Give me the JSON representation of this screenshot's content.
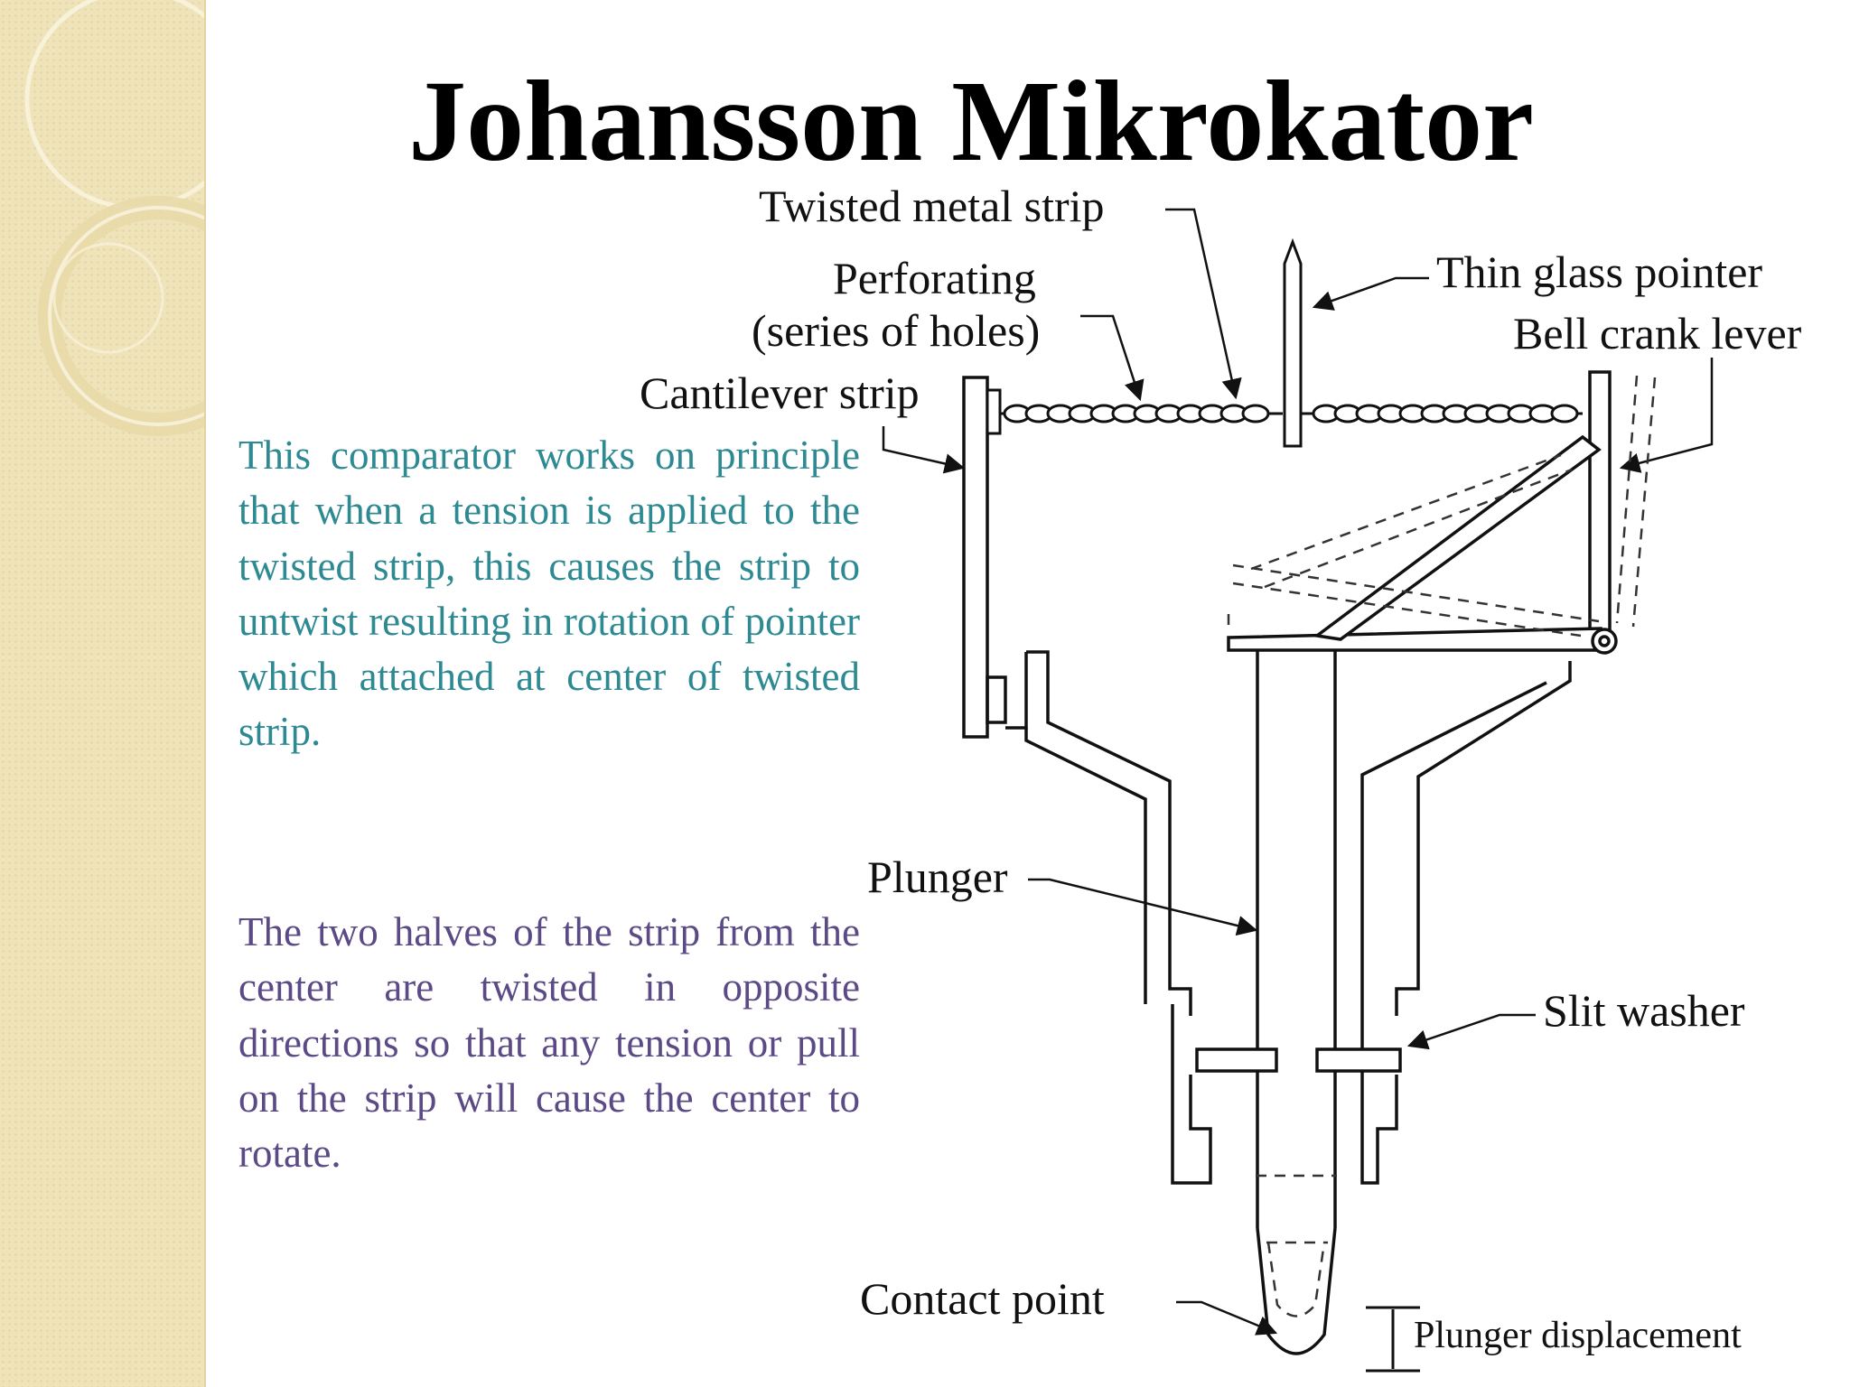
{
  "title": "Johansson Mikrokator",
  "paragraphs": [
    "This comparator works on principle that when a tension is applied to the twisted strip, this causes the strip to untwist resulting in rotation of pointer which attached at center of twisted strip.",
    "The two halves of the strip from the center are twisted in opposite directions so that any tension or pull on the strip will cause the center to rotate."
  ],
  "diagram": {
    "labels": {
      "twisted_metal_strip": "Twisted metal strip",
      "perforating_line1": "Perforating",
      "perforating_line2": "(series of holes)",
      "thin_glass_pointer": "Thin glass pointer",
      "bell_crank_lever": "Bell crank lever",
      "cantilever_strip": "Cantilever strip",
      "plunger": "Plunger",
      "slit_washer": "Slit washer",
      "contact_point": "Contact point",
      "plunger_displacement": "Plunger displacement"
    }
  },
  "colors": {
    "sidebar": "#efe3ba",
    "paragraph_1": "#2e8a92",
    "paragraph_2": "#5b4a86",
    "title": "#000000"
  }
}
